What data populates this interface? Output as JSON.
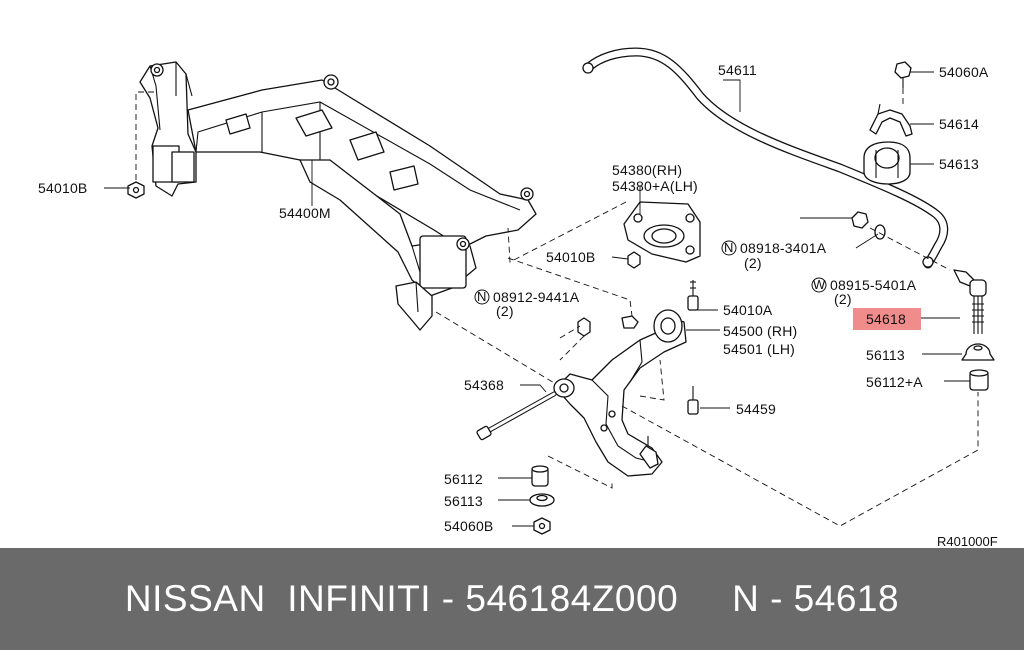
{
  "diagram": {
    "labels": {
      "p54611": "54611",
      "p54060A": "54060A",
      "p54614": "54614",
      "p54613": "54613",
      "p54380rh": "54380(RH)",
      "p54380lh": "54380+A(LH)",
      "p54010B_left": "54010B",
      "p54400M": "54400M",
      "p54010B_mid": "54010B",
      "p08918": "08918-3401A",
      "p08918_qty": "(2)",
      "p08918_sym": "N",
      "p08915": "08915-5401A",
      "p08915_qty": "(2)",
      "p08915_sym": "W",
      "p08912": "08912-9441A",
      "p08912_qty": "(2)",
      "p08912_sym": "N",
      "p54010A": "54010A",
      "p54618": "54618",
      "p54500": "54500 (RH)",
      "p54501": "54501 (LH)",
      "p56113_right": "56113",
      "p56112A": "56112+A",
      "p54368": "54368",
      "p54459": "54459",
      "p56112": "56112",
      "p56113_left": "56113",
      "p54060B": "54060B"
    },
    "reference_code": "R401000F",
    "highlight_color": "#f08c8c"
  },
  "banner": {
    "brand": "NISSAN  INFINITI - 546184Z000",
    "gap": "     ",
    "number": "N - 54618",
    "background": "#6a6a6a",
    "text_color": "#ffffff"
  }
}
